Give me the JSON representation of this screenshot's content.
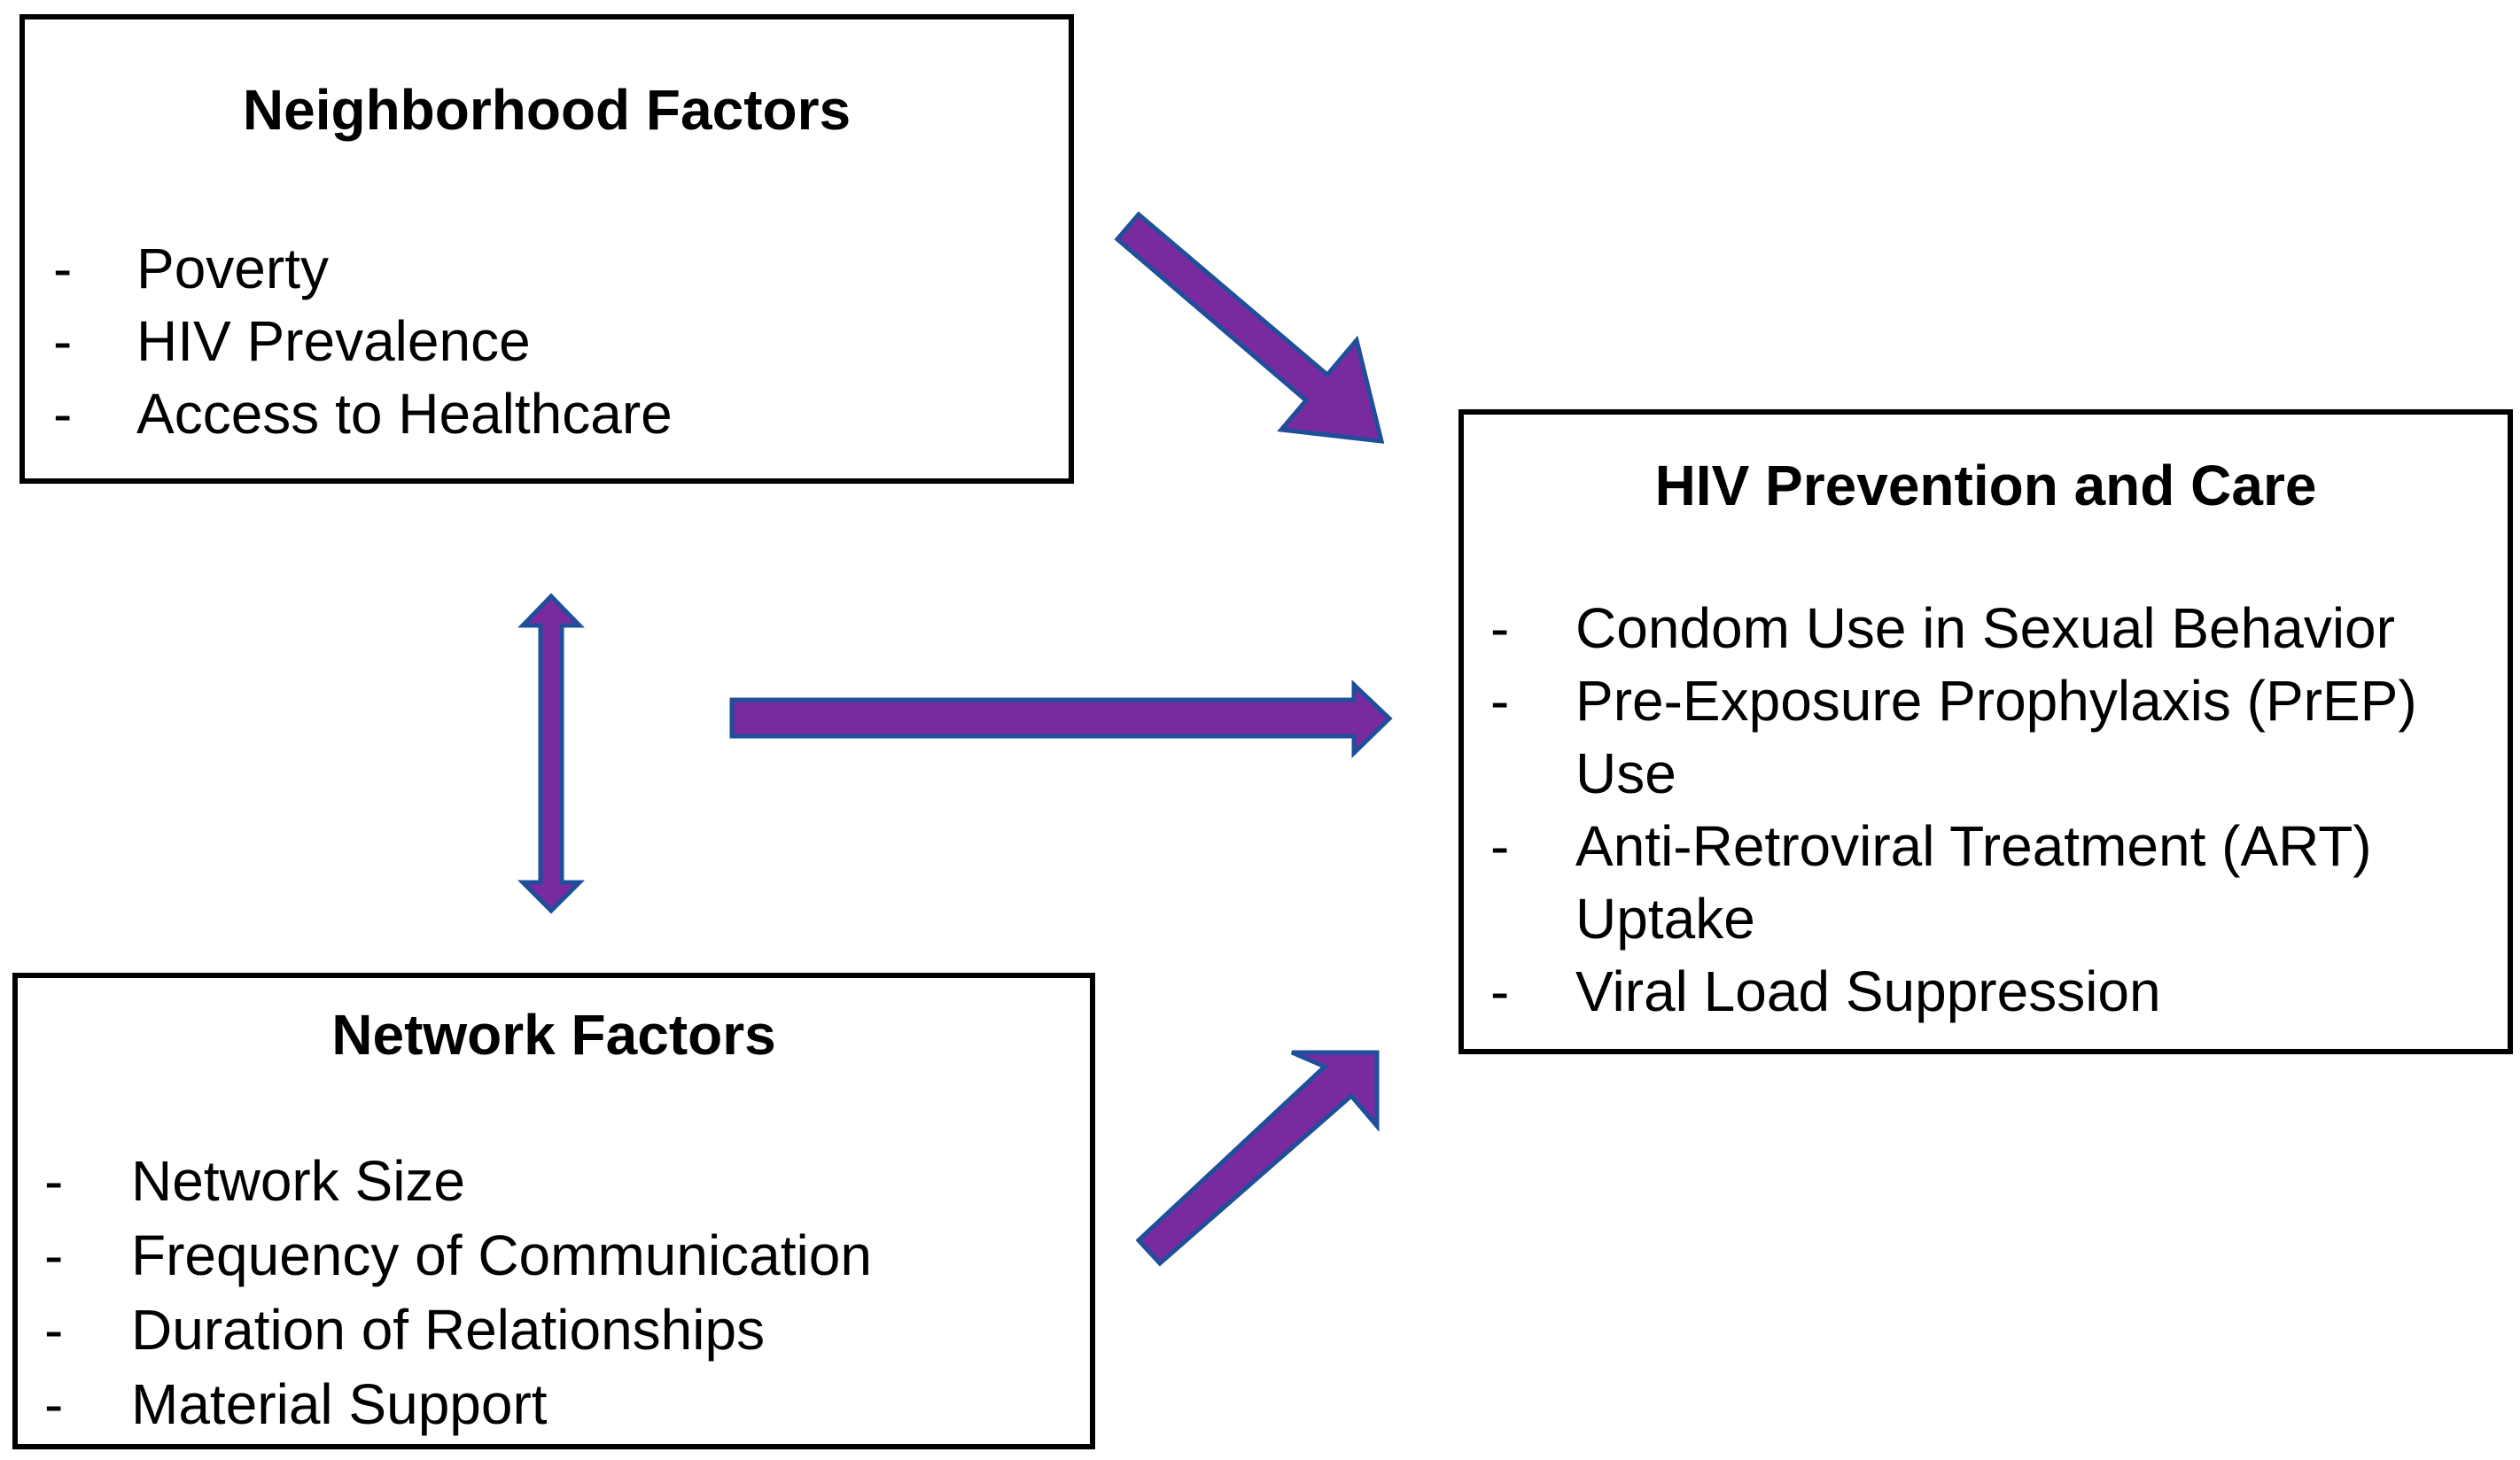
{
  "boxes": {
    "neighborhood": {
      "title": "Neighborhood Factors",
      "items": [
        "Poverty",
        "HIV Prevalence",
        "Access to Healthcare"
      ]
    },
    "network": {
      "title": "Network Factors",
      "items": [
        "Network Size",
        "Frequency of Communication",
        "Duration of Relationships",
        "Material Support"
      ]
    },
    "hiv": {
      "title": "HIV Prevention and Care",
      "items": [
        "Condom Use in Sexual Behavior",
        "Pre-Exposure Prophylaxis (PrEP) Use",
        "Anti-Retroviral Treatment (ART) Uptake",
        "Viral Load Suppression"
      ]
    }
  },
  "bullet": "-",
  "colors": {
    "arrow_fill": "#7a2a9f",
    "arrow_outline": "#1f4f9a",
    "box_border": "#000000"
  }
}
